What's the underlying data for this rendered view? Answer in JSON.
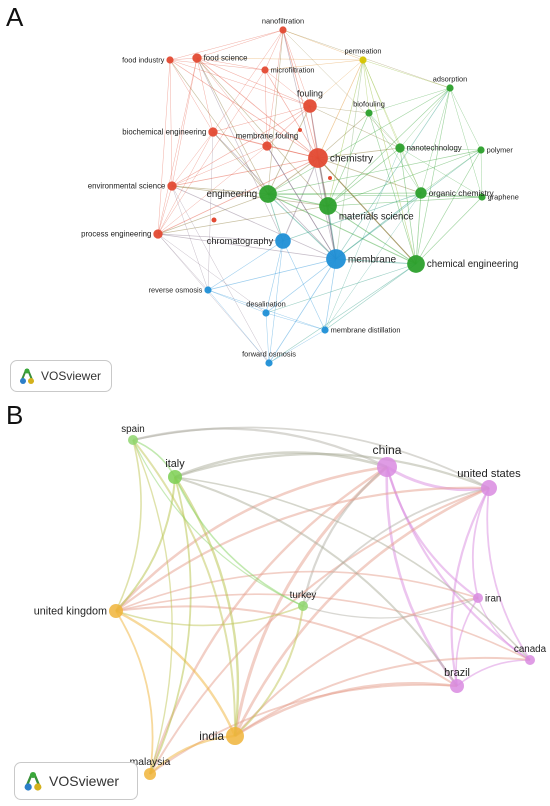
{
  "panel_a": {
    "letter": "A",
    "badge": "VOSviewer",
    "nodes": [
      {
        "id": "nanofiltration",
        "label": "nanofiltration",
        "color": "#e34a33",
        "size": 2
      },
      {
        "id": "food_industry",
        "label": "food industry",
        "color": "#e34a33",
        "size": 2
      },
      {
        "id": "food_science",
        "label": "food science",
        "color": "#e34a33",
        "size": 3
      },
      {
        "id": "permeation",
        "label": "permeation",
        "color": "#d6c400",
        "size": 2
      },
      {
        "id": "microfiltration",
        "label": "microfiltration",
        "color": "#e34a33",
        "size": 2
      },
      {
        "id": "adsorption",
        "label": "adsorption",
        "color": "#2ca02c",
        "size": 2
      },
      {
        "id": "fouling",
        "label": "fouling",
        "color": "#e34a33",
        "size": 5
      },
      {
        "id": "biofouling",
        "label": "biofouling",
        "color": "#2ca02c",
        "size": 2
      },
      {
        "id": "biochemical_engineering",
        "label": "biochemical engineering",
        "color": "#e34a33",
        "size": 3
      },
      {
        "id": "membrane_fouling",
        "label": "membrane fouling",
        "color": "#e34a33",
        "size": 3
      },
      {
        "id": "nanotechnology",
        "label": "nanotechnology",
        "color": "#2ca02c",
        "size": 3
      },
      {
        "id": "polymer",
        "label": "polymer",
        "color": "#2ca02c",
        "size": 2
      },
      {
        "id": "chemistry",
        "label": "chemistry",
        "color": "#e34a33",
        "size": 8
      },
      {
        "id": "environmental_science",
        "label": "environmental science",
        "color": "#e34a33",
        "size": 3
      },
      {
        "id": "organic_chemistry",
        "label": "organic chemistry",
        "color": "#2ca02c",
        "size": 4
      },
      {
        "id": "engineering",
        "label": "engineering",
        "color": "#2ca02c",
        "size": 7
      },
      {
        "id": "graphene",
        "label": "graphene",
        "color": "#2ca02c",
        "size": 2
      },
      {
        "id": "materials_science",
        "label": "materials science",
        "color": "#2ca02c",
        "size": 7
      },
      {
        "id": "process_engineering",
        "label": "process engineering",
        "color": "#e34a33",
        "size": 3
      },
      {
        "id": "chromatography",
        "label": "chromatography",
        "color": "#1f8fd6",
        "size": 6
      },
      {
        "id": "membrane",
        "label": "membrane",
        "color": "#1f8fd6",
        "size": 8
      },
      {
        "id": "chemical_engineering",
        "label": "chemical engineering",
        "color": "#2ca02c",
        "size": 7
      },
      {
        "id": "reverse_osmosis",
        "label": "reverse osmosis",
        "color": "#1f8fd6",
        "size": 2
      },
      {
        "id": "desalination",
        "label": "desalination",
        "color": "#1f8fd6",
        "size": 2
      },
      {
        "id": "membrane_distillation",
        "label": "membrane distillation",
        "color": "#1f8fd6",
        "size": 2
      },
      {
        "id": "forward_osmosis",
        "label": "forward osmosis",
        "color": "#1f8fd6",
        "size": 2
      }
    ]
  },
  "panel_b": {
    "letter": "B",
    "badge": "VOSviewer",
    "nodes": [
      {
        "id": "spain",
        "label": "spain",
        "color": "#8fd66f",
        "size": 3
      },
      {
        "id": "italy",
        "label": "italy",
        "color": "#7ccf52",
        "size": 5
      },
      {
        "id": "china",
        "label": "china",
        "color": "#d98be0",
        "size": 8
      },
      {
        "id": "united_states",
        "label": "united states",
        "color": "#d98be0",
        "size": 6
      },
      {
        "id": "united_kingdom",
        "label": "united kingdom",
        "color": "#f0b43a",
        "size": 5
      },
      {
        "id": "turkey",
        "label": "turkey",
        "color": "#8fd66f",
        "size": 3
      },
      {
        "id": "iran",
        "label": "iran",
        "color": "#d98be0",
        "size": 3
      },
      {
        "id": "canada",
        "label": "canada",
        "color": "#d98be0",
        "size": 3
      },
      {
        "id": "brazil",
        "label": "brazil",
        "color": "#d98be0",
        "size": 5
      },
      {
        "id": "india",
        "label": "india",
        "color": "#f0b43a",
        "size": 7
      },
      {
        "id": "malaysia",
        "label": "malaysia",
        "color": "#f0b43a",
        "size": 4
      }
    ]
  }
}
